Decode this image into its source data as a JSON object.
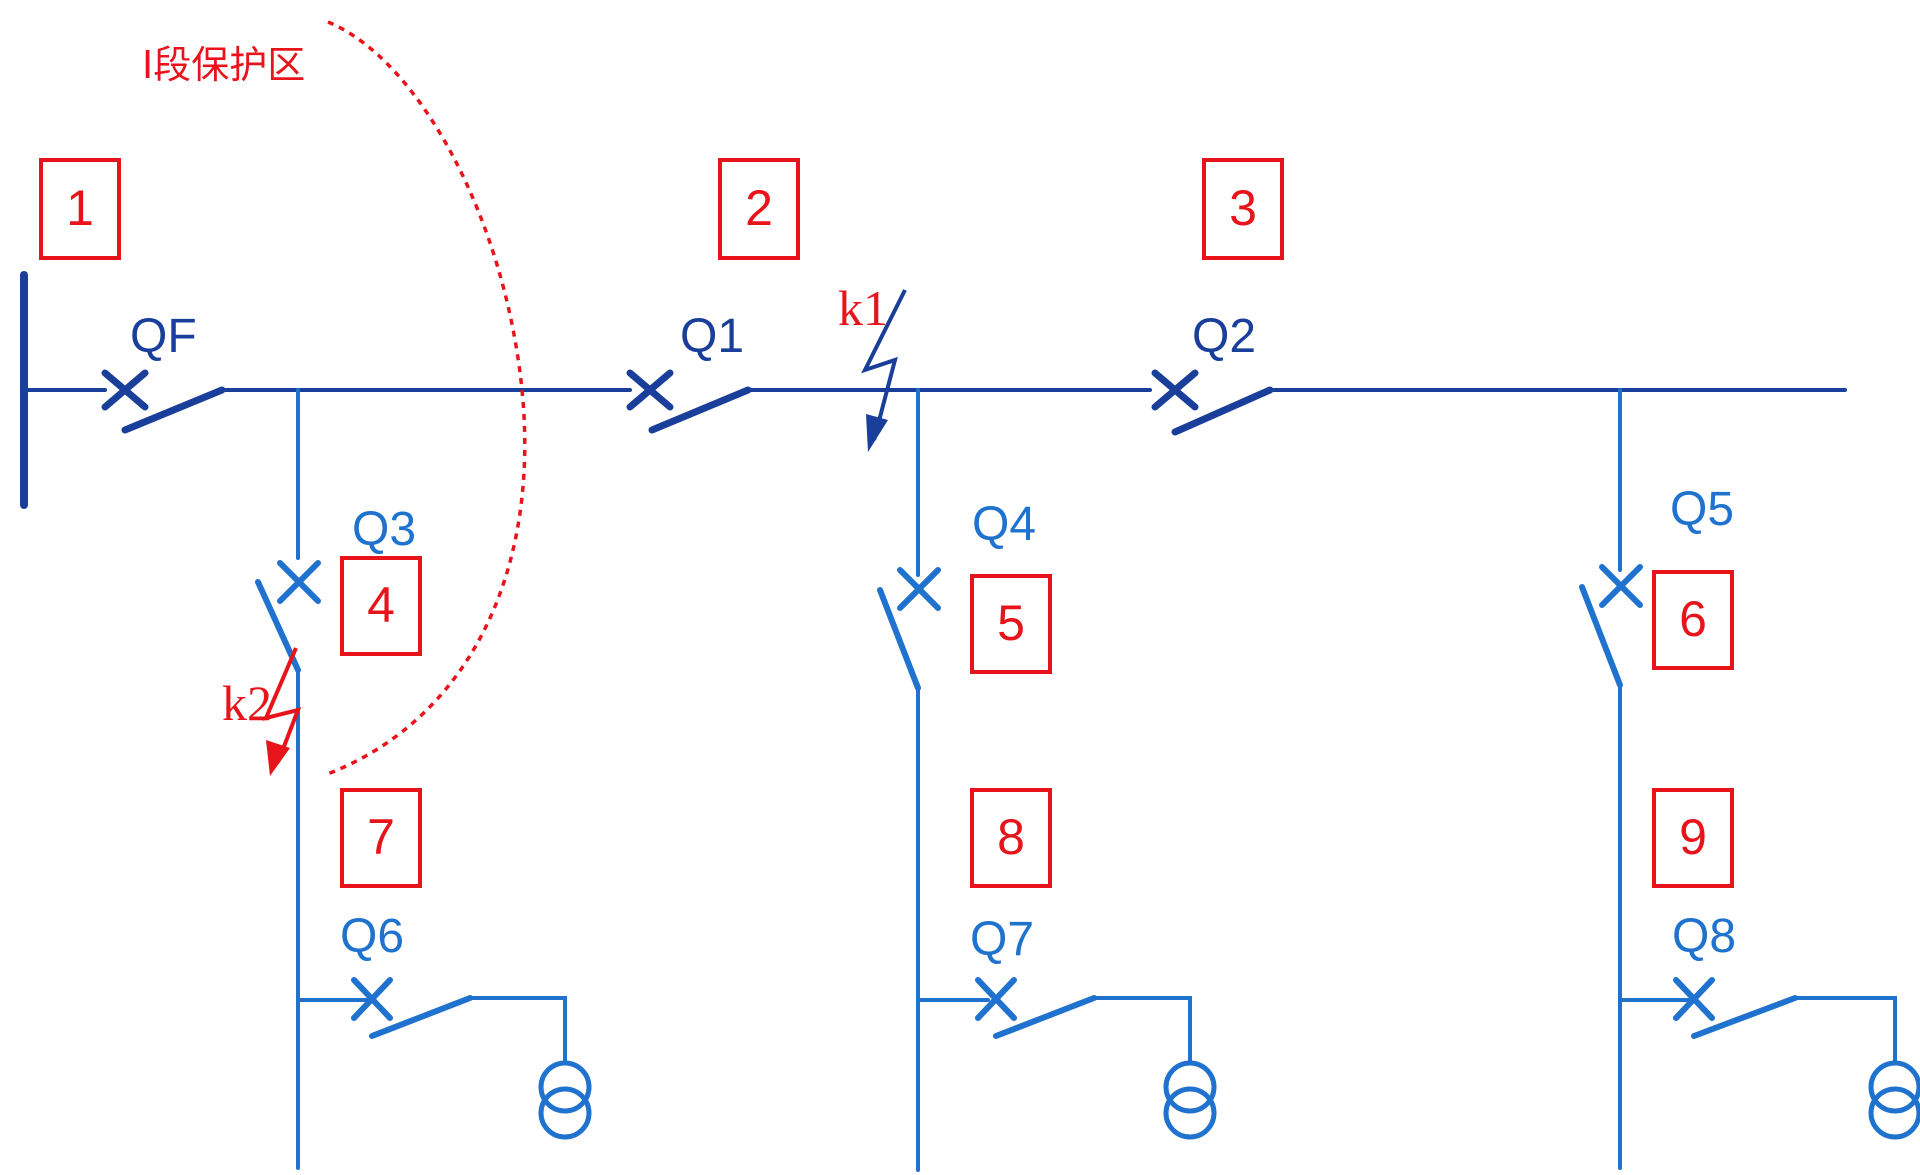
{
  "zone_label": "Ⅰ段保护区",
  "colors": {
    "main_bus": "#1a3f9a",
    "feeder": "#1f72cd",
    "annotation": "#e8141b"
  },
  "breakers": {
    "QF": "QF",
    "Q1": "Q1",
    "Q2": "Q2",
    "Q3": "Q3",
    "Q4": "Q4",
    "Q5": "Q5",
    "Q6": "Q6",
    "Q7": "Q7",
    "Q8": "Q8"
  },
  "zones": [
    "1",
    "2",
    "3",
    "4",
    "5",
    "6",
    "7",
    "8",
    "9"
  ],
  "faults": {
    "k1": "k1",
    "k2": "k2"
  },
  "icons": {
    "transformer": "transformer-icon",
    "breaker": "breaker-cross-icon",
    "fault": "fault-lightning-icon"
  }
}
